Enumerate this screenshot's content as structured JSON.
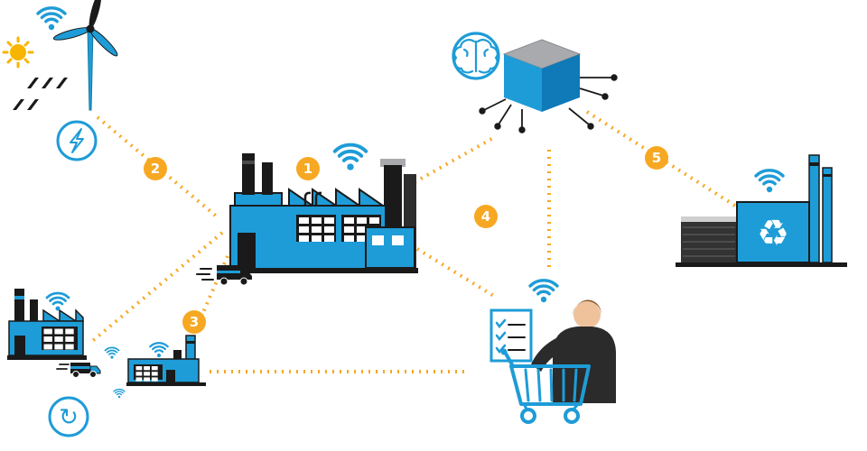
{
  "diagram": {
    "type": "smart-manufacturing-iot-network",
    "badges": [
      {
        "label": "1"
      },
      {
        "label": "2"
      },
      {
        "label": "3"
      },
      {
        "label": "4"
      },
      {
        "label": "5"
      }
    ],
    "nodes": [
      {
        "name": "renewable-energy-source",
        "icons": [
          "sun-icon",
          "solar-panel-icon",
          "wind-turbine-icon",
          "electricity-icon",
          "wifi-icon"
        ]
      },
      {
        "name": "main-smart-factory",
        "icons": [
          "factory-icon",
          "wifi-icon",
          "truck-icon"
        ]
      },
      {
        "name": "supplier-factories",
        "icons": [
          "factory-icon",
          "truck-icon",
          "wifi-icon",
          "refresh-icon"
        ]
      },
      {
        "name": "ai-cloud-node",
        "icons": [
          "brain-icon",
          "cube-network-icon"
        ]
      },
      {
        "name": "recycling-plant",
        "icons": [
          "factory-icon",
          "recycle-icon",
          "wifi-icon"
        ]
      },
      {
        "name": "consumer",
        "icons": [
          "checklist-icon",
          "person-icon",
          "shopping-cart-icon",
          "wifi-icon"
        ]
      }
    ]
  },
  "icons": {
    "recycle_glyph": "♻",
    "refresh_glyph": "↻"
  },
  "colors": {
    "primary_blue": "#1e9cd7",
    "accent_orange": "#f7a823",
    "dark": "#1a1a1a",
    "sun_yellow": "#f7b500",
    "cube_gray": "#a8aaad",
    "skin": "#f0c29c",
    "hair_brown": "#8a5a2b"
  }
}
